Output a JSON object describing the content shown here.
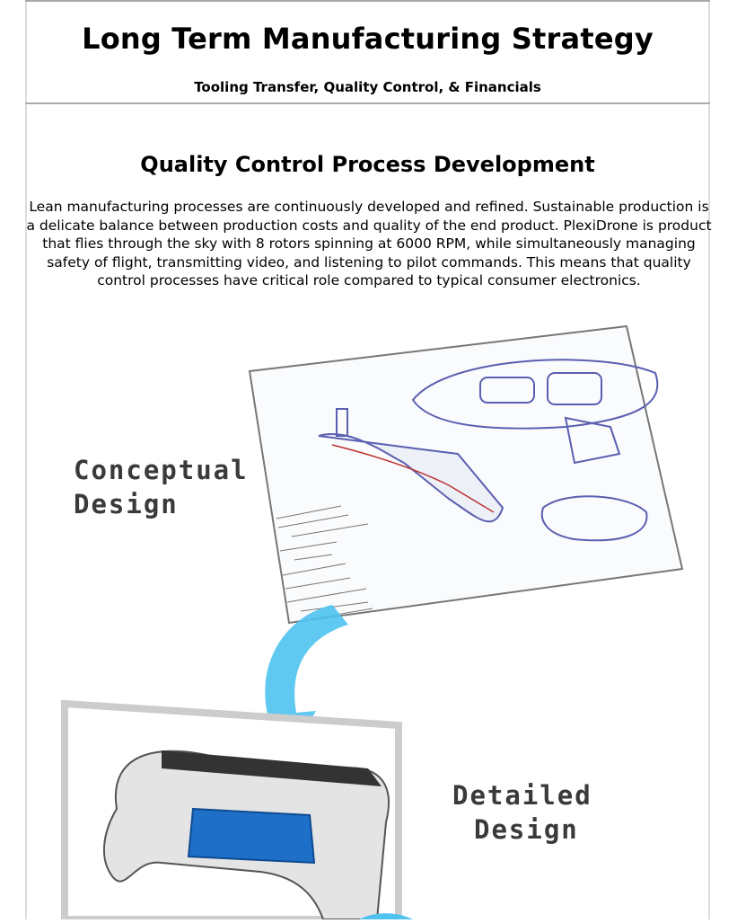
{
  "header": {
    "title": "Long Term Manufacturing Strategy",
    "subtitle": "Tooling Transfer, Quality Control, & Financials"
  },
  "section": {
    "heading": "Quality Control Process Development",
    "paragraph": "Lean manufacturing processes are continuously developed and refined.  Sustainable production is a delicate balance between production costs and quality of the end product.  PlexiDrone is product that flies through the sky with 8 rotors spinning at 6000 RPM, while simultaneously managing safety of flight, transmitting video, and listening to pilot commands.  This means that quality control processes have critical role compared to typical consumer electronics."
  },
  "figure": {
    "conceptual_label_1": "Conceptual",
    "conceptual_label_2": "Design",
    "detailed_label_1": "Detailed",
    "detailed_label_2": "Design",
    "arrow_color": "#4fc3f0",
    "part_color": "#1e6fc8"
  }
}
